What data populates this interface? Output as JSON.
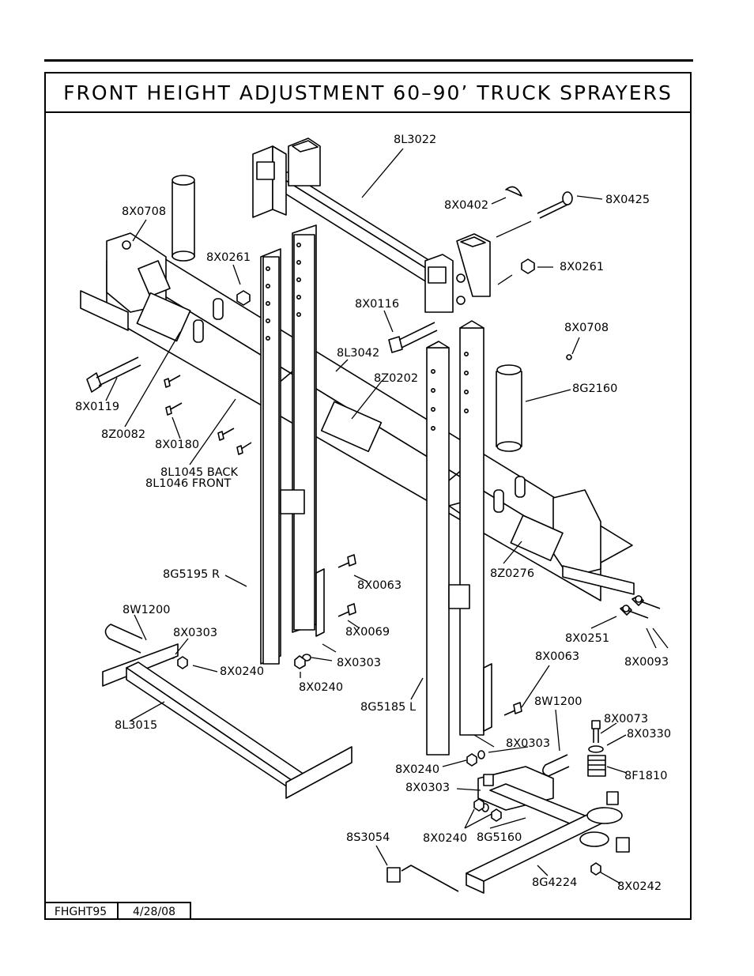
{
  "title": "FRONT HEIGHT ADJUSTMENT 60–90’ TRUCK SPRAYERS",
  "footer": {
    "drawing_code": "FHGHT95",
    "date": "4/28/08"
  },
  "labels": {
    "l_8l3022": "8L3022",
    "l_8x0402": "8X0402",
    "l_8x0425": "8X0425",
    "l_8x0708a": "8X0708",
    "l_8x0261a": "8X0261",
    "l_8x0261b": "8X0261",
    "l_8x0116": "8X0116",
    "l_8l3042": "8L3042",
    "l_8x0708b": "8X0708",
    "l_8z0202": "8Z0202",
    "l_8g2160": "8G2160",
    "l_8x0119": "8X0119",
    "l_8z0082": "8Z0082",
    "l_8x0180": "8X0180",
    "l_8l1045": "8L1045 BACK",
    "l_8l1046": "8L1046 FRONT",
    "l_8g5195": "8G5195 R",
    "l_8x0063a": "8X0063",
    "l_8z0276": "8Z0276",
    "l_8w1200a": "8W1200",
    "l_8x0069": "8X0069",
    "l_8x0303a": "8X0303",
    "l_8x0240a": "8X0240",
    "l_8x0303b": "8X0303",
    "l_8x0240b": "8X0240",
    "l_8x0251": "8X0251",
    "l_8x0093": "8X0093",
    "l_8x0063b": "8X0063",
    "l_8l3015": "8L3015",
    "l_8g5185": "8G5185 L",
    "l_8w1200b": "8W1200",
    "l_8x0073": "8X0073",
    "l_8x0330": "8X0330",
    "l_8x0303c": "8X0303",
    "l_8x0240c": "8X0240",
    "l_8f1810": "8F1810",
    "l_8x0303d": "8X0303",
    "l_8s3054": "8S3054",
    "l_8x0240d": "8X0240",
    "l_8g5160": "8G5160",
    "l_8g4224": "8G4224",
    "l_8x0242": "8X0242"
  }
}
